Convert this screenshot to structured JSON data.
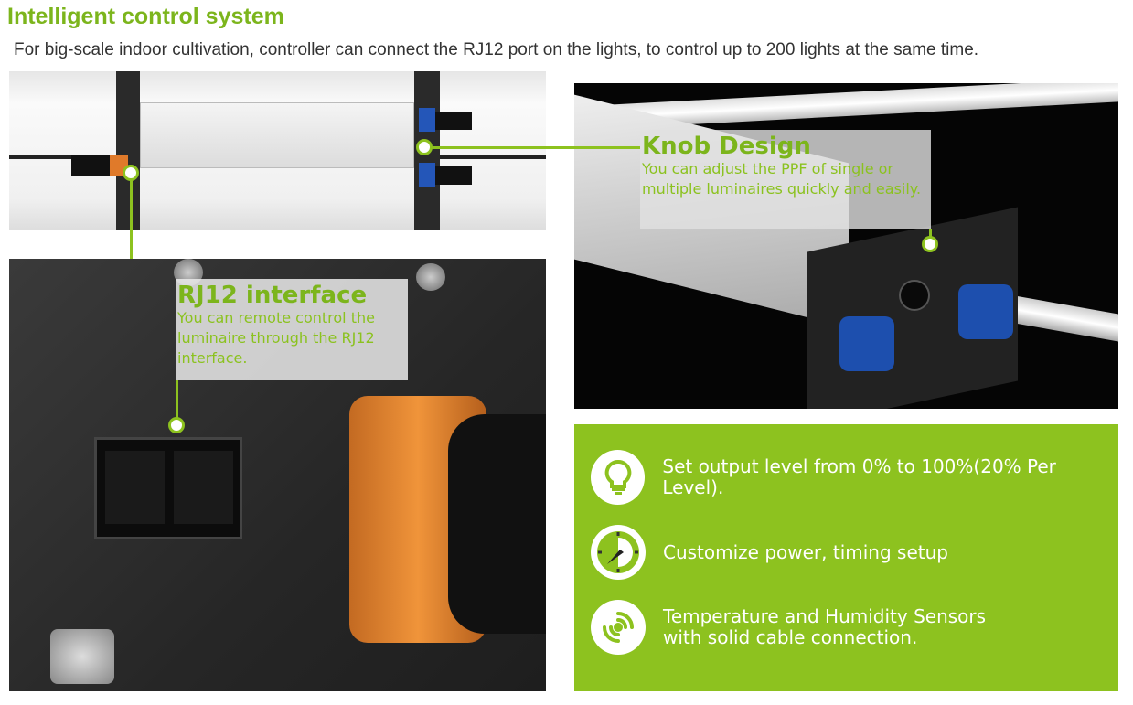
{
  "header": {
    "title": "Intelligent control system",
    "subtitle": "For big-scale indoor cultivation, controller can connect the RJ12 port on the lights, to control up to 200 lights at the same time."
  },
  "callouts": {
    "rj12": {
      "title": "RJ12 interface",
      "text": "You can remote control the luminaire through the RJ12 interface."
    },
    "knob": {
      "title": "Knob Design",
      "text": "You can adjust the PPF of single or multiple luminaires quickly and easily."
    }
  },
  "features": [
    {
      "icon": "lightbulb-icon",
      "text": "Set output level from 0% to 100%(20% Per Level)."
    },
    {
      "icon": "clock-icon",
      "text": "Customize power, timing setup"
    },
    {
      "icon": "sensor-signal-icon",
      "text": "Temperature and Humidity Sensors with solid cable connection."
    }
  ],
  "colors": {
    "accent": "#8dc21f",
    "title": "#7cb51c"
  }
}
